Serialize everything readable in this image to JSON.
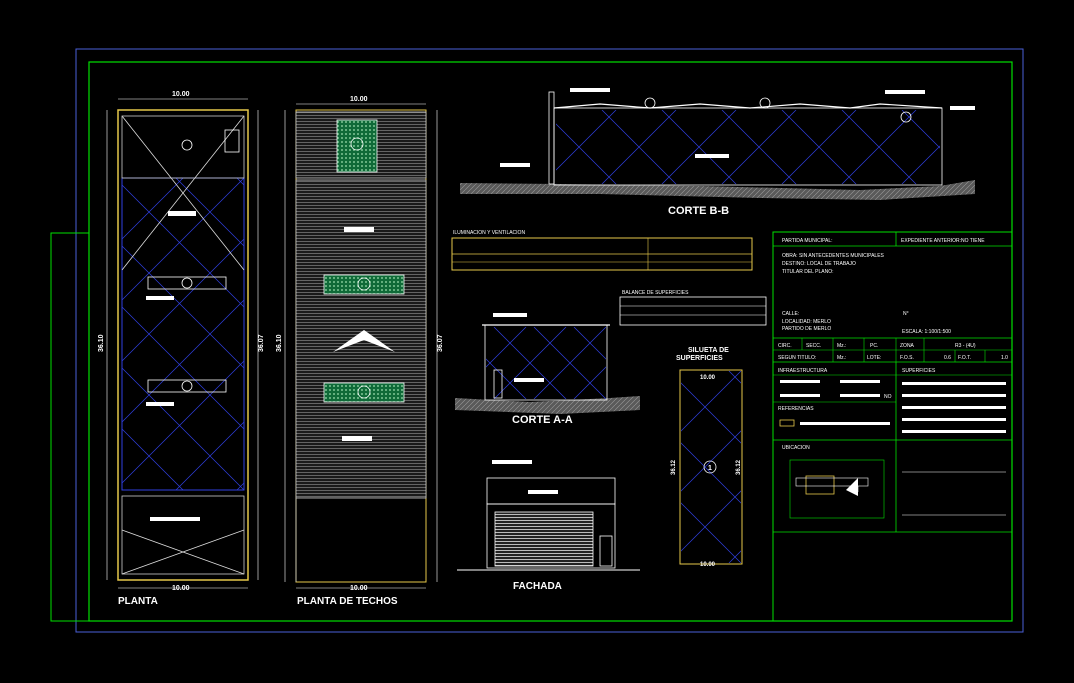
{
  "views": {
    "planta": {
      "title": "PLANTA",
      "dim_top": "10.00",
      "dim_bottom": "10.00",
      "dim_left": "36.10",
      "dim_right": "36.07"
    },
    "techos": {
      "title": "PLANTA DE TECHOS",
      "dim_top": "10.00",
      "dim_bottom": "10.00",
      "dim_left": "36.10",
      "dim_right": "36.07"
    },
    "corte_bb": {
      "title": "CORTE B-B"
    },
    "corte_aa": {
      "title": "CORTE A-A"
    },
    "fachada": {
      "title": "FACHADA"
    },
    "silueta": {
      "title_line1": "SILUETA DE",
      "title_line2": "SUPERFICIES",
      "dim_top": "10.00",
      "dim_bottom": "10.00",
      "dim_left": "36.12",
      "dim_right": "36.12",
      "marker": "1"
    }
  },
  "tables": {
    "iluminacion": {
      "title": "ILUMINACION Y VENTILACION"
    },
    "balance": {
      "title": "BALANCE DE SUPERFICIES"
    }
  },
  "title_block": {
    "partida": "PARTIDA MUNICIPAL:",
    "expediente": "EXPEDIENTE ANTERIOR:NO TIENE",
    "obra": "OBRA: SIN ANTECEDENTES MUNICIPALES",
    "destino": "DESTINO: LOCAL DE TRABAJO",
    "titular": "TITULAR DEL PLANO:",
    "calle": "CALLE:",
    "numero": "N°",
    "localidad": "LOCALIDAD: MERLO",
    "partido": "PARTIDO DE MERLO",
    "escala": "ESCALA: 1:100/1:500",
    "circ": "CIRC.",
    "secc": "SECC.",
    "mz": "Mz.:",
    "pc": "PC.",
    "zona": "ZONA",
    "zona_val": "R3 - (4U)",
    "segun_titulo": "SEGUN TITULO:",
    "mz2": "Mz.:",
    "lote": "LOTE:",
    "fos": "F.O.S.",
    "fos_val": "0.6",
    "fot": "F.O.T.",
    "fot_val": "1.0",
    "infraestructura": "INFRAESTRUCTURA",
    "superficies": "SUPERFICIES",
    "no": "NO",
    "referencias": "REFERENCIAS",
    "ubicacion": "UBICACION",
    "north": "N"
  },
  "colors": {
    "frame_green": "#00e000",
    "outer_blue": "#4a5fd8",
    "hatch_blue": "#2f3fe0",
    "wall_yellow": "#e6c84a",
    "roof_green": "#1a8f4a",
    "ground_grey": "#7a7a7a"
  }
}
